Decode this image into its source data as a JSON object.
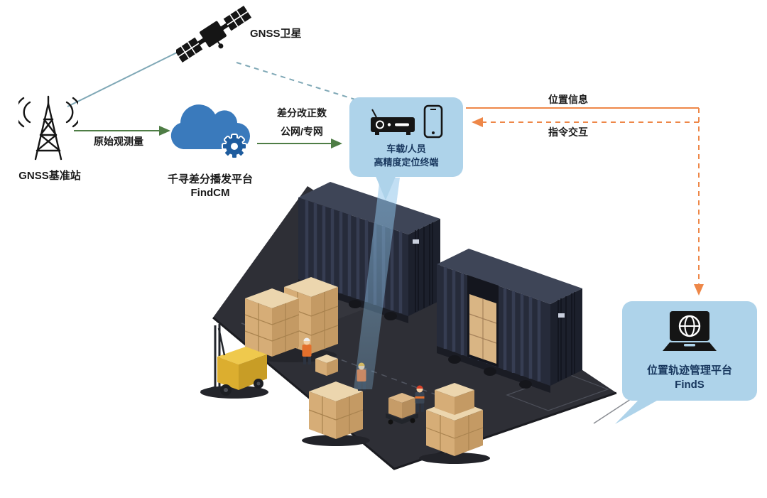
{
  "diagram": {
    "satellite": {
      "label": "GNSS卫星"
    },
    "base_station": {
      "label": "GNSS基准站"
    },
    "cloud_platform": {
      "name": "千寻差分播发平台",
      "product": "FindCM"
    },
    "terminal": {
      "line1": "车载/人员",
      "line2": "高精度定位终端"
    },
    "management_platform": {
      "name": "位置轨迹管理平台",
      "product": "FindS"
    },
    "edges": {
      "raw_observation": "原始观测量",
      "correction_line1": "差分改正数",
      "correction_line2": "公网/专网",
      "position_info": "位置信息",
      "command_interaction": "指令交互"
    }
  },
  "icons": {
    "satellite": "gnss-satellite-icon",
    "base_station": "radio-tower-icon",
    "cloud": "cloud-gear-icon",
    "terminal_receiver": "receiver-device-icon",
    "terminal_phone": "smartphone-icon",
    "platform_laptop": "laptop-globe-icon"
  },
  "colors": {
    "link_teal": "#7fa8b6",
    "arrow_green": "#4e7d45",
    "arrow_orange": "#ee8748",
    "bubble_bg": "#aed3ea",
    "bubble_text": "#17365d",
    "cloud_blue": "#3a7abc",
    "gear_blue": "#1e5c9e",
    "ground_dark": "#2e2f36",
    "container_navy": "#262b3a",
    "box_tan": "#d6ad77",
    "forklift_yellow": "#efc94d"
  }
}
